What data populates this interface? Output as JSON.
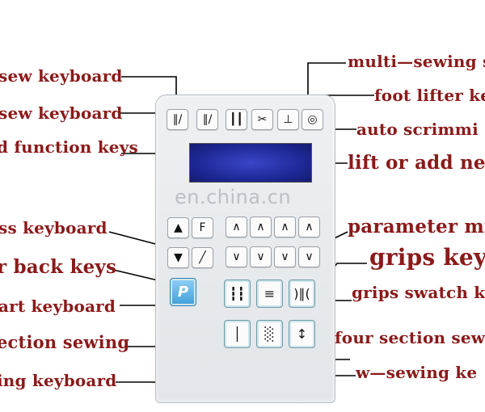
{
  "labels": {
    "sew_keyboard_1": "sew keyboard",
    "sew_keyboard_2": "sew keyboard",
    "function_keys": "d function keys",
    "multi_sewing": "multi—sewing s",
    "foot_lifter": "foot lifter ke",
    "auto_scrimming": "auto scrimmi",
    "lift_or_add": "lift or add nee",
    "ss_keyboard": "ss keyboard",
    "back_keys": "r back keys",
    "art_keyboard": "art keyboard",
    "section_sewing": "ection sewing",
    "ing_keyboard": "ing keyboard",
    "parameter": "parameter mi",
    "grips_key": "grips keyb",
    "grips_swatch": "grips swatch k",
    "four_section": "four section sew",
    "w_sewing": "w—sewing ke"
  },
  "watermark": "en.china.cn",
  "keys": {
    "top_row": [
      "∥/",
      "∥/",
      "┃┃",
      "✂",
      "⊥",
      "◎"
    ],
    "up": "▲",
    "down": "▼",
    "f": "F",
    "curve": "╱",
    "arrow_up": "∧",
    "arrow_down": "∨",
    "p": "P",
    "big_row1": [
      "┇┇",
      "≡",
      ")∥("
    ],
    "big_row2": [
      "│",
      "░",
      "↕"
    ]
  }
}
